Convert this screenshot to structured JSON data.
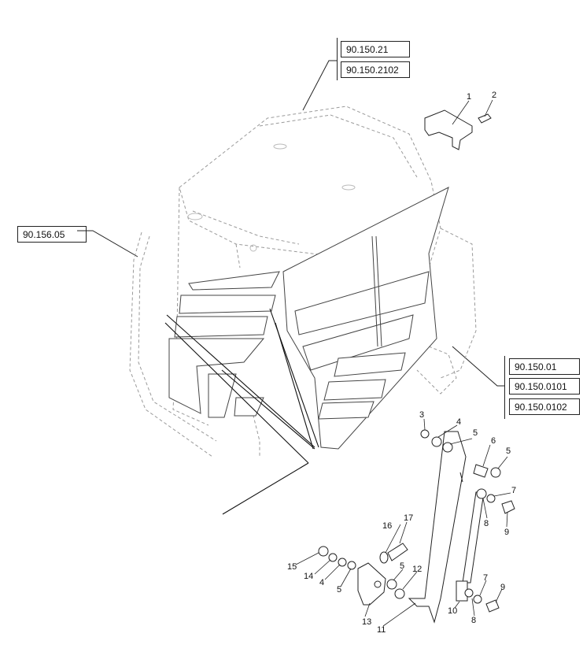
{
  "references": {
    "top_left": [
      "90.150.21",
      "90.150.2102"
    ],
    "left": [
      "90.156.05"
    ],
    "right": [
      "90.150.01",
      "90.150.0101",
      "90.150.0102"
    ]
  },
  "callouts": [
    "1",
    "2",
    "3",
    "4",
    "5",
    "6",
    "5",
    "7",
    "8",
    "9",
    "10",
    "11",
    "12",
    "13",
    "14",
    "15",
    "16",
    "17",
    "4",
    "5",
    "5",
    "7",
    "8",
    "9"
  ]
}
